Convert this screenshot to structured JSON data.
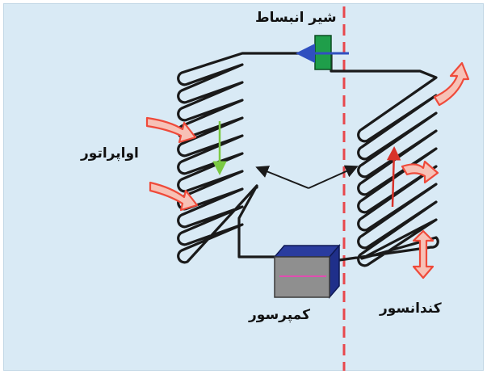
{
  "labels": {
    "expansion_valve": "شیر انبساط",
    "evaporator": "اواپراتور",
    "compressor": "کمپرسور",
    "condenser": "کندانسور"
  },
  "colors": {
    "background": "#d9eaf5",
    "pipe": "#1a1a1a",
    "divider": "#e8474c",
    "valve": "#1f9e4a",
    "compressor_front": "#8f8f8f",
    "compressor_side": "#1f2f8a",
    "heat_arrow": "#ef4a3a",
    "refrigerant_arrow": "#3050c0",
    "evaporator_arrow": "#7ac943"
  },
  "icons": [
    "expansion-valve-icon",
    "compressor-icon",
    "heat-flow-arrow-icon"
  ]
}
